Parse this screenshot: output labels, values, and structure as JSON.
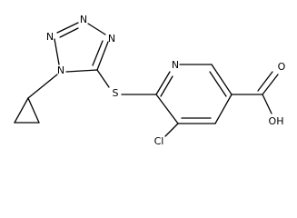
{
  "molecule": {
    "atoms": {
      "tetrazole_n2": "N",
      "tetrazole_n3": "N",
      "tetrazole_n4": "N",
      "tetrazole_n1": "N",
      "thioether_s": "S",
      "pyridine_n": "N",
      "chloro": "Cl",
      "acid_o": "O",
      "acid_oh": "OH"
    }
  }
}
